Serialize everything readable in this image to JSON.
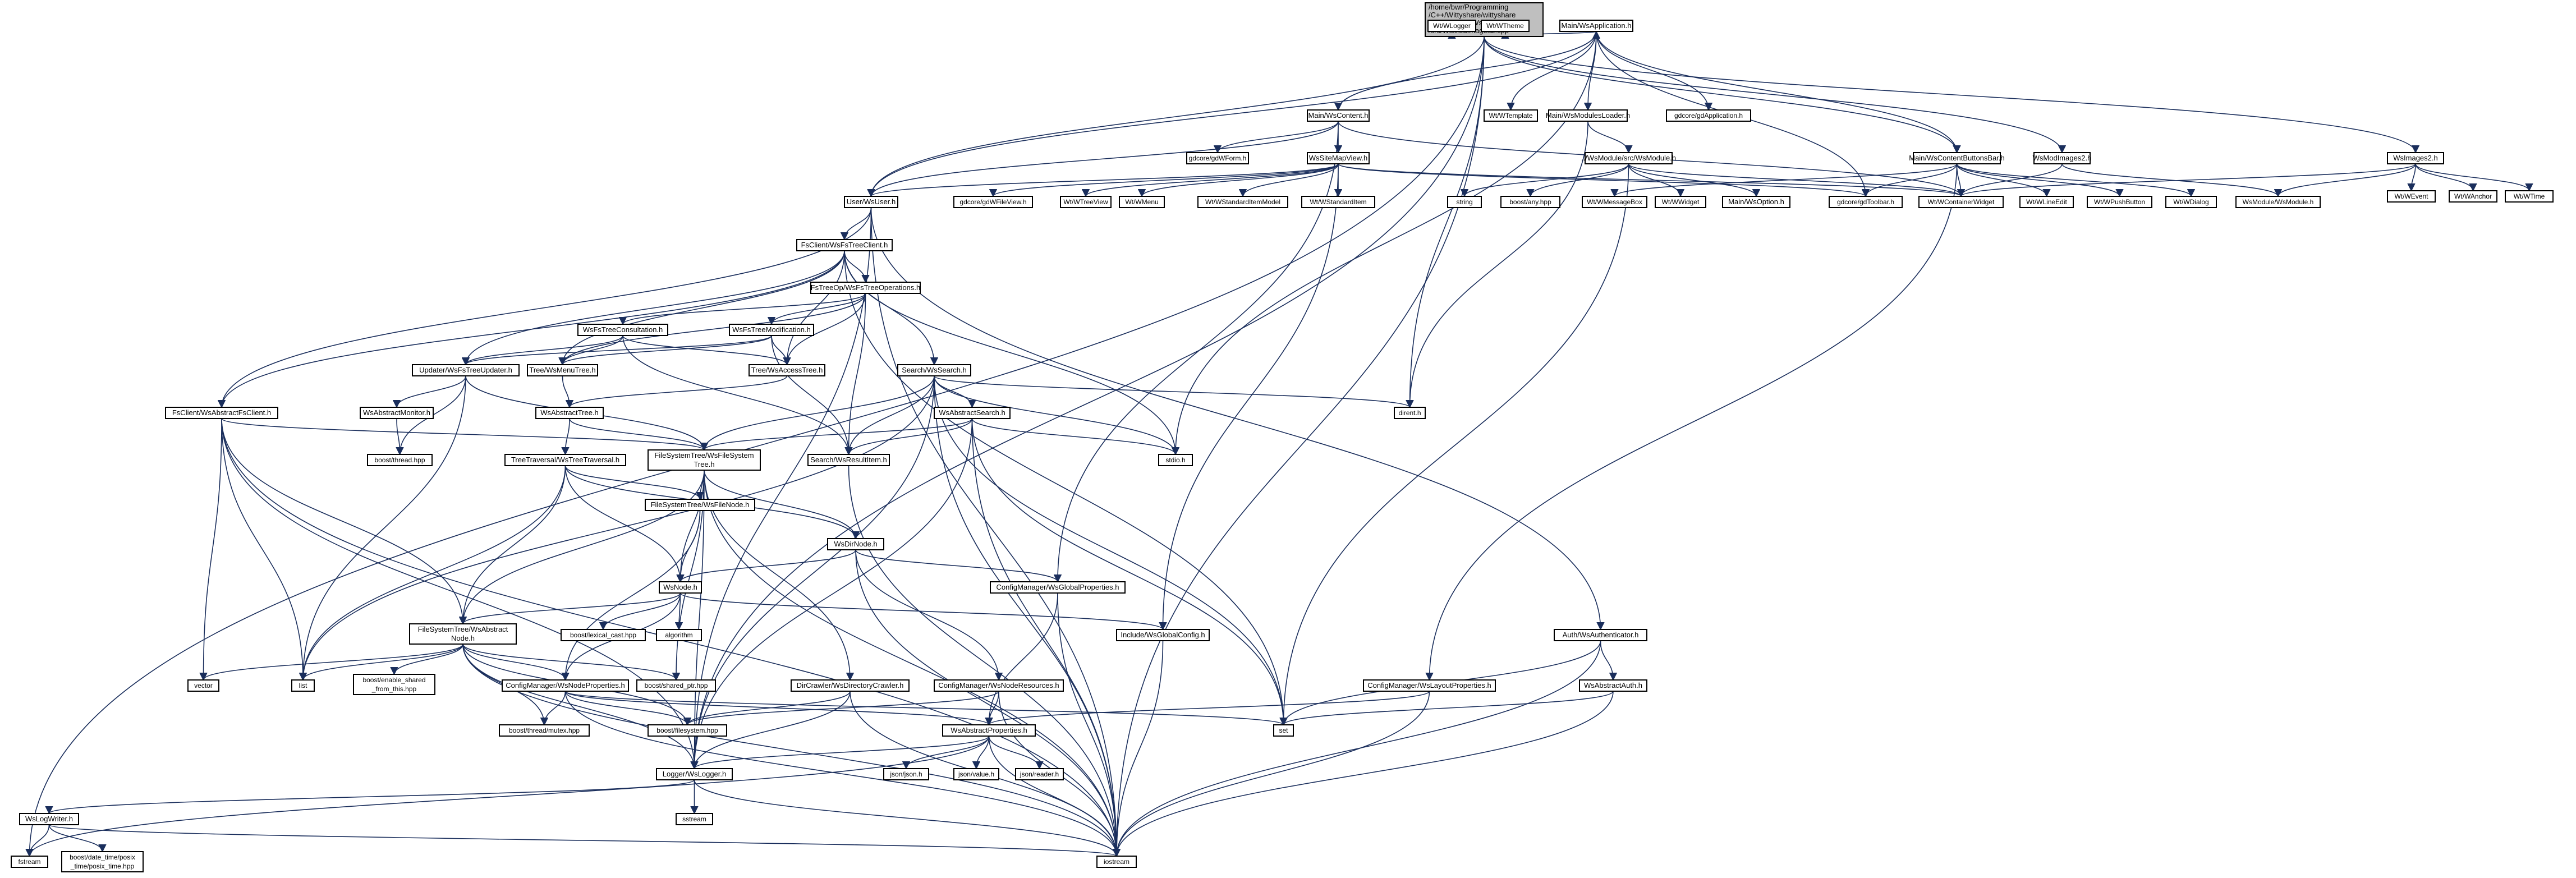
{
  "colors": {
    "edge": "#1a2e5c",
    "root_fill": "#bfbfbf",
    "box_fill": "#ffffff",
    "border": "#000000"
  },
  "nodes": [
    {
      "id": "root",
      "lines": [
        "/home/bwr/Programming",
        "/C++/Wittyshare/wittyshare",
        "/src/Modules/WsModImages2",
        "/src/WsModImages2.cpp"
      ],
      "root": true
    },
    {
      "id": "wlogger",
      "lines": [
        "Wt/WLogger"
      ],
      "plain": true
    },
    {
      "id": "wtheme",
      "lines": [
        "Wt/WTheme"
      ],
      "plain": true
    },
    {
      "id": "wsapp",
      "lines": [
        "Main/WsApplication.h"
      ]
    },
    {
      "id": "wsimages2",
      "lines": [
        "WsImages2.h"
      ]
    },
    {
      "id": "wtemplate",
      "lines": [
        "Wt/WTemplate"
      ],
      "plain": true
    },
    {
      "id": "wscontent",
      "lines": [
        "Main/WsContent.h"
      ]
    },
    {
      "id": "modloader",
      "lines": [
        "Main/WsModulesLoader.h"
      ]
    },
    {
      "id": "gdapp",
      "lines": [
        "gdcore/gdApplication.h"
      ],
      "plain": true
    },
    {
      "id": "contbtnbar",
      "lines": [
        "Main/WsContentButtonsBar.h"
      ]
    },
    {
      "id": "modimages2h",
      "lines": [
        "WsModImages2.h"
      ]
    },
    {
      "id": "gdwform",
      "lines": [
        "gdcore/gdWForm.h"
      ],
      "plain": true
    },
    {
      "id": "sitemapview",
      "lines": [
        "WsSiteMapView.h"
      ]
    },
    {
      "id": "wsmodule",
      "lines": [
        "../WsModule/src/WsModule.h"
      ]
    },
    {
      "id": "wsevent",
      "lines": [
        "Wt/WEvent"
      ],
      "plain": true
    },
    {
      "id": "wanchor",
      "lines": [
        "Wt/WAnchor"
      ],
      "plain": true
    },
    {
      "id": "wtime",
      "lines": [
        "Wt/WTime"
      ],
      "plain": true
    },
    {
      "id": "user",
      "lines": [
        "User/WsUser.h"
      ]
    },
    {
      "id": "gdfileview",
      "lines": [
        "gdcore/gdWFileView.h"
      ],
      "plain": true
    },
    {
      "id": "wtreeview",
      "lines": [
        "Wt/WTreeView"
      ],
      "plain": true
    },
    {
      "id": "wmenu",
      "lines": [
        "Wt/WMenu"
      ],
      "plain": true
    },
    {
      "id": "wstditemmodel",
      "lines": [
        "Wt/WStandardItemModel"
      ],
      "plain": true
    },
    {
      "id": "wstditem",
      "lines": [
        "Wt/WStandardItem"
      ],
      "plain": true
    },
    {
      "id": "string",
      "lines": [
        "string"
      ],
      "plain": true
    },
    {
      "id": "boostany",
      "lines": [
        "boost/any.hpp"
      ],
      "plain": true
    },
    {
      "id": "wmsgbox",
      "lines": [
        "Wt/WMessageBox"
      ],
      "plain": true
    },
    {
      "id": "wwidget",
      "lines": [
        "Wt/WWidget"
      ],
      "plain": true
    },
    {
      "id": "wsoption",
      "lines": [
        "Main/WsOption.h"
      ]
    },
    {
      "id": "gdtoolbar",
      "lines": [
        "gdcore/gdToolbar.h"
      ],
      "plain": true
    },
    {
      "id": "wcontainer",
      "lines": [
        "Wt/WContainerWidget"
      ],
      "plain": true
    },
    {
      "id": "wlineedit",
      "lines": [
        "Wt/WLineEdit"
      ],
      "plain": true
    },
    {
      "id": "wpushbutton",
      "lines": [
        "Wt/WPushButton"
      ],
      "plain": true
    },
    {
      "id": "wdialog",
      "lines": [
        "Wt/WDialog"
      ],
      "plain": true
    },
    {
      "id": "modwsmodule",
      "lines": [
        "WsModule/WsModule.h"
      ],
      "plain": true
    },
    {
      "id": "fsclient",
      "lines": [
        "FsClient/WsFsTreeClient.h"
      ]
    },
    {
      "id": "treeops",
      "lines": [
        "FsTreeOp/WsFsTreeOperations.h"
      ]
    },
    {
      "id": "treeconsult",
      "lines": [
        "WsFsTreeConsultation.h"
      ]
    },
    {
      "id": "treemodif",
      "lines": [
        "WsFsTreeModification.h"
      ]
    },
    {
      "id": "updater",
      "lines": [
        "Updater/WsFsTreeUpdater.h"
      ]
    },
    {
      "id": "menutree",
      "lines": [
        "Tree/WsMenuTree.h"
      ]
    },
    {
      "id": "accesstree",
      "lines": [
        "Tree/WsAccessTree.h"
      ]
    },
    {
      "id": "search",
      "lines": [
        "Search/WsSearch.h"
      ]
    },
    {
      "id": "absclient",
      "lines": [
        "FsClient/WsAbstractFsClient.h"
      ]
    },
    {
      "id": "absmonitor",
      "lines": [
        "WsAbstractMonitor.h"
      ]
    },
    {
      "id": "abstracttree",
      "lines": [
        "WsAbstractTree.h"
      ]
    },
    {
      "id": "abssearch",
      "lines": [
        "WsAbstractSearch.h"
      ]
    },
    {
      "id": "dirent",
      "lines": [
        "dirent.h"
      ],
      "plain": true
    },
    {
      "id": "stdioh",
      "lines": [
        "stdio.h"
      ],
      "plain": true
    },
    {
      "id": "boostthread",
      "lines": [
        "boost/thread.hpp"
      ],
      "plain": true
    },
    {
      "id": "traversal",
      "lines": [
        "TreeTraversal/WsTreeTraversal.h"
      ]
    },
    {
      "id": "fstree",
      "lines": [
        "FileSystemTree/WsFileSystem",
        "Tree.h"
      ]
    },
    {
      "id": "searchitem",
      "lines": [
        "Search/WsResultItem.h"
      ]
    },
    {
      "id": "filenode",
      "lines": [
        "FileSystemTree/WsFileNode.h"
      ]
    },
    {
      "id": "dirnode",
      "lines": [
        "WsDirNode.h"
      ]
    },
    {
      "id": "globalprops",
      "lines": [
        "ConfigManager/WsGlobalProperties.h"
      ]
    },
    {
      "id": "wsnode",
      "lines": [
        "WsNode.h"
      ]
    },
    {
      "id": "lexical",
      "lines": [
        "boost/lexical_cast.hpp"
      ],
      "plain": true
    },
    {
      "id": "algorithm",
      "lines": [
        "algorithm"
      ],
      "plain": true
    },
    {
      "id": "globalconfig",
      "lines": [
        "Include/WsGlobalConfig.h"
      ]
    },
    {
      "id": "authenticator",
      "lines": [
        "Auth/WsAuthenticator.h"
      ]
    },
    {
      "id": "absnode",
      "lines": [
        "FileSystemTree/WsAbstract",
        "Node.h"
      ]
    },
    {
      "id": "vector",
      "lines": [
        "vector"
      ],
      "plain": true
    },
    {
      "id": "list",
      "lines": [
        "list"
      ],
      "plain": true
    },
    {
      "id": "enableshared",
      "lines": [
        "boost/enable_shared",
        "_from_this.hpp"
      ],
      "plain": true
    },
    {
      "id": "nodeprops",
      "lines": [
        "ConfigManager/WsNodeProperties.h"
      ]
    },
    {
      "id": "sharedptr",
      "lines": [
        "boost/shared_ptr.hpp"
      ],
      "plain": true
    },
    {
      "id": "dircrawler",
      "lines": [
        "DirCrawler/WsDirectoryCrawler.h"
      ]
    },
    {
      "id": "noderesources",
      "lines": [
        "ConfigManager/WsNodeResources.h"
      ]
    },
    {
      "id": "layoutprops",
      "lines": [
        "ConfigManager/WsLayoutProperties.h"
      ]
    },
    {
      "id": "absauth",
      "lines": [
        "WsAbstractAuth.h"
      ]
    },
    {
      "id": "mutex",
      "lines": [
        "boost/thread/mutex.hpp"
      ],
      "plain": true
    },
    {
      "id": "filesystem",
      "lines": [
        "boost/filesystem.hpp"
      ],
      "plain": true
    },
    {
      "id": "absprops",
      "lines": [
        "WsAbstractProperties.h"
      ]
    },
    {
      "id": "setinc",
      "lines": [
        "set"
      ],
      "plain": true
    },
    {
      "id": "logger",
      "lines": [
        "Logger/WsLogger.h"
      ]
    },
    {
      "id": "jsonjson",
      "lines": [
        "json/json.h"
      ],
      "plain": true
    },
    {
      "id": "jsonvalue",
      "lines": [
        "json/value.h"
      ],
      "plain": true
    },
    {
      "id": "jsonreader",
      "lines": [
        "json/reader.h"
      ],
      "plain": true
    },
    {
      "id": "sstream",
      "lines": [
        "sstream"
      ],
      "plain": true
    },
    {
      "id": "logwriter",
      "lines": [
        "WsLogWriter.h"
      ]
    },
    {
      "id": "fstream",
      "lines": [
        "fstream"
      ],
      "plain": true
    },
    {
      "id": "posixtime",
      "lines": [
        "boost/date_time/posix",
        "_time/posix_time.hpp"
      ],
      "plain": true
    },
    {
      "id": "iostream",
      "lines": [
        "iostream"
      ],
      "plain": true
    }
  ],
  "edges": [
    [
      "root",
      "wlogger"
    ],
    [
      "root",
      "wtheme"
    ],
    [
      "root",
      "wsapp"
    ],
    [
      "root",
      "wsimages2"
    ],
    [
      "root",
      "modimages2h"
    ],
    [
      "root",
      "contbtnbar"
    ],
    [
      "root",
      "dirent"
    ],
    [
      "root",
      "iostream"
    ],
    [
      "root",
      "fstream"
    ],
    [
      "root",
      "logger"
    ],
    [
      "root",
      "user"
    ],
    [
      "wsapp",
      "wtemplate"
    ],
    [
      "wsapp",
      "wscontent"
    ],
    [
      "wsapp",
      "modloader"
    ],
    [
      "wsapp",
      "gdapp"
    ],
    [
      "wsapp",
      "contbtnbar"
    ],
    [
      "wsapp",
      "user"
    ],
    [
      "wsapp",
      "gdtoolbar"
    ],
    [
      "wsapp",
      "stdioh"
    ],
    [
      "wscontent",
      "gdwform"
    ],
    [
      "wscontent",
      "sitemapview"
    ],
    [
      "wscontent",
      "wcontainer"
    ],
    [
      "wscontent",
      "user"
    ],
    [
      "wscontent",
      "globalprops"
    ],
    [
      "modloader",
      "wsmodule"
    ],
    [
      "modloader",
      "dirent"
    ],
    [
      "wsimages2",
      "modwsmodule"
    ],
    [
      "wsimages2",
      "wsevent"
    ],
    [
      "wsimages2",
      "wanchor"
    ],
    [
      "wsimages2",
      "wtime"
    ],
    [
      "wsimages2",
      "wcontainer"
    ],
    [
      "modimages2h",
      "modwsmodule"
    ],
    [
      "modimages2h",
      "wcontainer"
    ],
    [
      "contbtnbar",
      "gdtoolbar"
    ],
    [
      "contbtnbar",
      "wcontainer"
    ],
    [
      "contbtnbar",
      "wlineedit"
    ],
    [
      "contbtnbar",
      "wpushbutton"
    ],
    [
      "contbtnbar",
      "wdialog"
    ],
    [
      "contbtnbar",
      "wmsgbox"
    ],
    [
      "contbtnbar",
      "layoutprops"
    ],
    [
      "sitemapview",
      "user"
    ],
    [
      "sitemapview",
      "gdfileview"
    ],
    [
      "sitemapview",
      "wtreeview"
    ],
    [
      "sitemapview",
      "wmenu"
    ],
    [
      "sitemapview",
      "wstditemmodel"
    ],
    [
      "sitemapview",
      "wstditem"
    ],
    [
      "sitemapview",
      "gdtoolbar"
    ],
    [
      "sitemapview",
      "wcontainer"
    ],
    [
      "sitemapview",
      "globalconfig"
    ],
    [
      "wsmodule",
      "string"
    ],
    [
      "wsmodule",
      "boostany"
    ],
    [
      "wsmodule",
      "wwidget"
    ],
    [
      "wsmodule",
      "wsoption"
    ],
    [
      "wsmodule",
      "wcontainer"
    ],
    [
      "wsmodule",
      "setinc"
    ],
    [
      "user",
      "fsclient"
    ],
    [
      "user",
      "absclient"
    ],
    [
      "user",
      "authenticator"
    ],
    [
      "user",
      "logger"
    ],
    [
      "user",
      "iostream"
    ],
    [
      "fsclient",
      "treeops"
    ],
    [
      "fsclient",
      "menutree"
    ],
    [
      "fsclient",
      "accesstree"
    ],
    [
      "fsclient",
      "search"
    ],
    [
      "fsclient",
      "updater"
    ],
    [
      "fsclient",
      "absclient"
    ],
    [
      "fsclient",
      "stdioh"
    ],
    [
      "fsclient",
      "setinc"
    ],
    [
      "treeops",
      "treeconsult"
    ],
    [
      "treeops",
      "treemodif"
    ],
    [
      "treeops",
      "accesstree"
    ],
    [
      "treeops",
      "menutree"
    ],
    [
      "treeops",
      "searchitem"
    ],
    [
      "treeconsult",
      "menutree"
    ],
    [
      "treeconsult",
      "accesstree"
    ],
    [
      "treeconsult",
      "updater"
    ],
    [
      "treeconsult",
      "searchitem"
    ],
    [
      "treemodif",
      "menutree"
    ],
    [
      "treemodif",
      "accesstree"
    ],
    [
      "treemodif",
      "updater"
    ],
    [
      "treemodif",
      "searchitem"
    ],
    [
      "updater",
      "absmonitor"
    ],
    [
      "updater",
      "boostthread"
    ],
    [
      "updater",
      "fstree"
    ],
    [
      "updater",
      "list"
    ],
    [
      "menutree",
      "abstracttree"
    ],
    [
      "accesstree",
      "abstracttree"
    ],
    [
      "abstracttree",
      "traversal"
    ],
    [
      "abstracttree",
      "fstree"
    ],
    [
      "absmonitor",
      "boostthread"
    ],
    [
      "search",
      "abssearch"
    ],
    [
      "search",
      "searchitem"
    ],
    [
      "search",
      "fstree"
    ],
    [
      "search",
      "dirent"
    ],
    [
      "search",
      "stdioh"
    ],
    [
      "search",
      "list"
    ],
    [
      "search",
      "setinc"
    ],
    [
      "search",
      "iostream"
    ],
    [
      "search",
      "logger"
    ],
    [
      "abssearch",
      "searchitem"
    ],
    [
      "abssearch",
      "fstree"
    ],
    [
      "abssearch",
      "stdioh"
    ],
    [
      "abssearch",
      "iostream"
    ],
    [
      "abssearch",
      "logger"
    ],
    [
      "abssearch",
      "setinc"
    ],
    [
      "absclient",
      "fstree"
    ],
    [
      "absclient",
      "vector"
    ],
    [
      "absclient",
      "list"
    ],
    [
      "absclient",
      "absnode"
    ],
    [
      "absclient",
      "iostream"
    ],
    [
      "absclient",
      "logger"
    ],
    [
      "traversal",
      "wsnode"
    ],
    [
      "traversal",
      "absnode"
    ],
    [
      "traversal",
      "filenode"
    ],
    [
      "traversal",
      "dirnode"
    ],
    [
      "traversal",
      "list"
    ],
    [
      "fstree",
      "filenode"
    ],
    [
      "fstree",
      "dirnode"
    ],
    [
      "fstree",
      "wsnode"
    ],
    [
      "fstree",
      "absnode"
    ],
    [
      "fstree",
      "dircrawler"
    ],
    [
      "fstree",
      "sharedptr"
    ],
    [
      "fstree",
      "iostream"
    ],
    [
      "fstree",
      "logger"
    ],
    [
      "searchitem",
      "iostream"
    ],
    [
      "filenode",
      "wsnode"
    ],
    [
      "filenode",
      "nodeprops"
    ],
    [
      "dirnode",
      "wsnode"
    ],
    [
      "dirnode",
      "globalprops"
    ],
    [
      "dirnode",
      "noderesources"
    ],
    [
      "dirnode",
      "iostream"
    ],
    [
      "globalprops",
      "absprops"
    ],
    [
      "globalprops",
      "iostream"
    ],
    [
      "wsnode",
      "absnode"
    ],
    [
      "wsnode",
      "lexical"
    ],
    [
      "wsnode",
      "algorithm"
    ],
    [
      "wsnode",
      "globalconfig"
    ],
    [
      "wsnode",
      "nodeprops"
    ],
    [
      "globalconfig",
      "iostream"
    ],
    [
      "authenticator",
      "absauth"
    ],
    [
      "authenticator",
      "setinc"
    ],
    [
      "authenticator",
      "iostream"
    ],
    [
      "absauth",
      "setinc"
    ],
    [
      "absauth",
      "iostream"
    ],
    [
      "absnode",
      "vector"
    ],
    [
      "absnode",
      "list"
    ],
    [
      "absnode",
      "enableshared"
    ],
    [
      "absnode",
      "nodeprops"
    ],
    [
      "absnode",
      "sharedptr"
    ],
    [
      "absnode",
      "mutex"
    ],
    [
      "absnode",
      "filesystem"
    ],
    [
      "absnode",
      "logger"
    ],
    [
      "absnode",
      "iostream"
    ],
    [
      "nodeprops",
      "absprops"
    ],
    [
      "nodeprops",
      "mutex"
    ],
    [
      "nodeprops",
      "filesystem"
    ],
    [
      "nodeprops",
      "iostream"
    ],
    [
      "nodeprops",
      "setinc"
    ],
    [
      "dircrawler",
      "filesystem"
    ],
    [
      "dircrawler",
      "logger"
    ],
    [
      "dircrawler",
      "iostream"
    ],
    [
      "noderesources",
      "absprops"
    ],
    [
      "noderesources",
      "filesystem"
    ],
    [
      "noderesources",
      "iostream"
    ],
    [
      "layoutprops",
      "absprops"
    ],
    [
      "layoutprops",
      "iostream"
    ],
    [
      "absprops",
      "jsonjson"
    ],
    [
      "absprops",
      "jsonvalue"
    ],
    [
      "absprops",
      "jsonreader"
    ],
    [
      "absprops",
      "logger"
    ],
    [
      "absprops",
      "iostream"
    ],
    [
      "absprops",
      "fstream"
    ],
    [
      "logger",
      "sstream"
    ],
    [
      "logger",
      "logwriter"
    ],
    [
      "logger",
      "iostream"
    ],
    [
      "logwriter",
      "fstream"
    ],
    [
      "logwriter",
      "posixtime"
    ],
    [
      "logwriter",
      "iostream"
    ]
  ]
}
